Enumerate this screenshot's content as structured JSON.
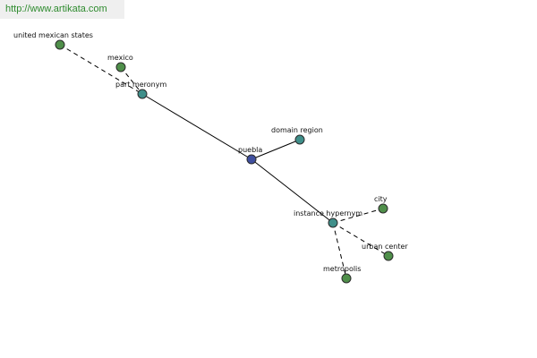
{
  "watermark": {
    "text": "http://www.artikata.com"
  },
  "colors": {
    "leaf": "#4f8f4a",
    "relation": "#3f8f8a",
    "center": "#3f4f9f"
  },
  "graph": {
    "nodes": [
      {
        "id": "united-mexican-states",
        "label": "united mexican states",
        "kind": "leaf"
      },
      {
        "id": "mexico",
        "label": "mexico",
        "kind": "leaf"
      },
      {
        "id": "part-meronym",
        "label": "part meronym",
        "kind": "relation"
      },
      {
        "id": "puebla",
        "label": "puebla",
        "kind": "center"
      },
      {
        "id": "domain-region",
        "label": "domain region",
        "kind": "relation"
      },
      {
        "id": "instance-hypernym",
        "label": "instance hypernym",
        "kind": "relation"
      },
      {
        "id": "city",
        "label": "city",
        "kind": "leaf"
      },
      {
        "id": "urban-center",
        "label": "urban center",
        "kind": "leaf"
      },
      {
        "id": "metropolis",
        "label": "metropolis",
        "kind": "leaf"
      }
    ],
    "edges": [
      {
        "from": "united-mexican-states",
        "to": "part-meronym",
        "style": "dashed"
      },
      {
        "from": "mexico",
        "to": "part-meronym",
        "style": "dashed"
      },
      {
        "from": "part-meronym",
        "to": "puebla",
        "style": "solid"
      },
      {
        "from": "puebla",
        "to": "domain-region",
        "style": "solid"
      },
      {
        "from": "puebla",
        "to": "instance-hypernym",
        "style": "solid"
      },
      {
        "from": "instance-hypernym",
        "to": "city",
        "style": "dashed"
      },
      {
        "from": "instance-hypernym",
        "to": "urban-center",
        "style": "dashed"
      },
      {
        "from": "instance-hypernym",
        "to": "metropolis",
        "style": "dashed"
      }
    ]
  }
}
